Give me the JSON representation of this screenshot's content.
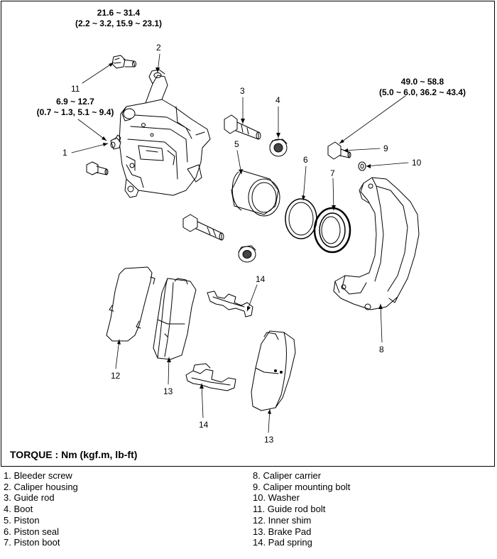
{
  "torque": {
    "title": "TORQUE : Nm (kgf.m, lb-ft)",
    "bolt_top": {
      "nm": "21.6 ~ 31.4",
      "detail": "(2.2 ~ 3.2, 15.9 ~ 23.1)"
    },
    "bleeder": {
      "nm": "6.9 ~ 12.7",
      "detail": "(0.7 ~ 1.3, 5.1 ~ 9.4)"
    },
    "mounting": {
      "nm": "49.0 ~ 58.8",
      "detail": "(5.0 ~ 6.0, 36.2 ~ 43.4)"
    }
  },
  "callouts": {
    "c1": "1",
    "c2": "2",
    "c3": "3",
    "c4": "4",
    "c5": "5",
    "c6": "6",
    "c7": "7",
    "c8": "8",
    "c9": "9",
    "c10": "10",
    "c11": "11",
    "c12": "12",
    "c13a": "13",
    "c13b": "13",
    "c14a": "14",
    "c14b": "14"
  },
  "legend": {
    "left": [
      "1. Bleeder screw",
      "2. Caliper  housing",
      "3. Guide rod",
      "4. Boot",
      "5. Piston",
      "6. Piston seal",
      "7. Piston boot"
    ],
    "right": [
      "8. Caliper carrier",
      "9. Caliper mounting bolt",
      "10. Washer",
      "11. Guide rod bolt",
      "12. Inner shim",
      "13. Brake Pad",
      "14. Pad spring"
    ]
  }
}
